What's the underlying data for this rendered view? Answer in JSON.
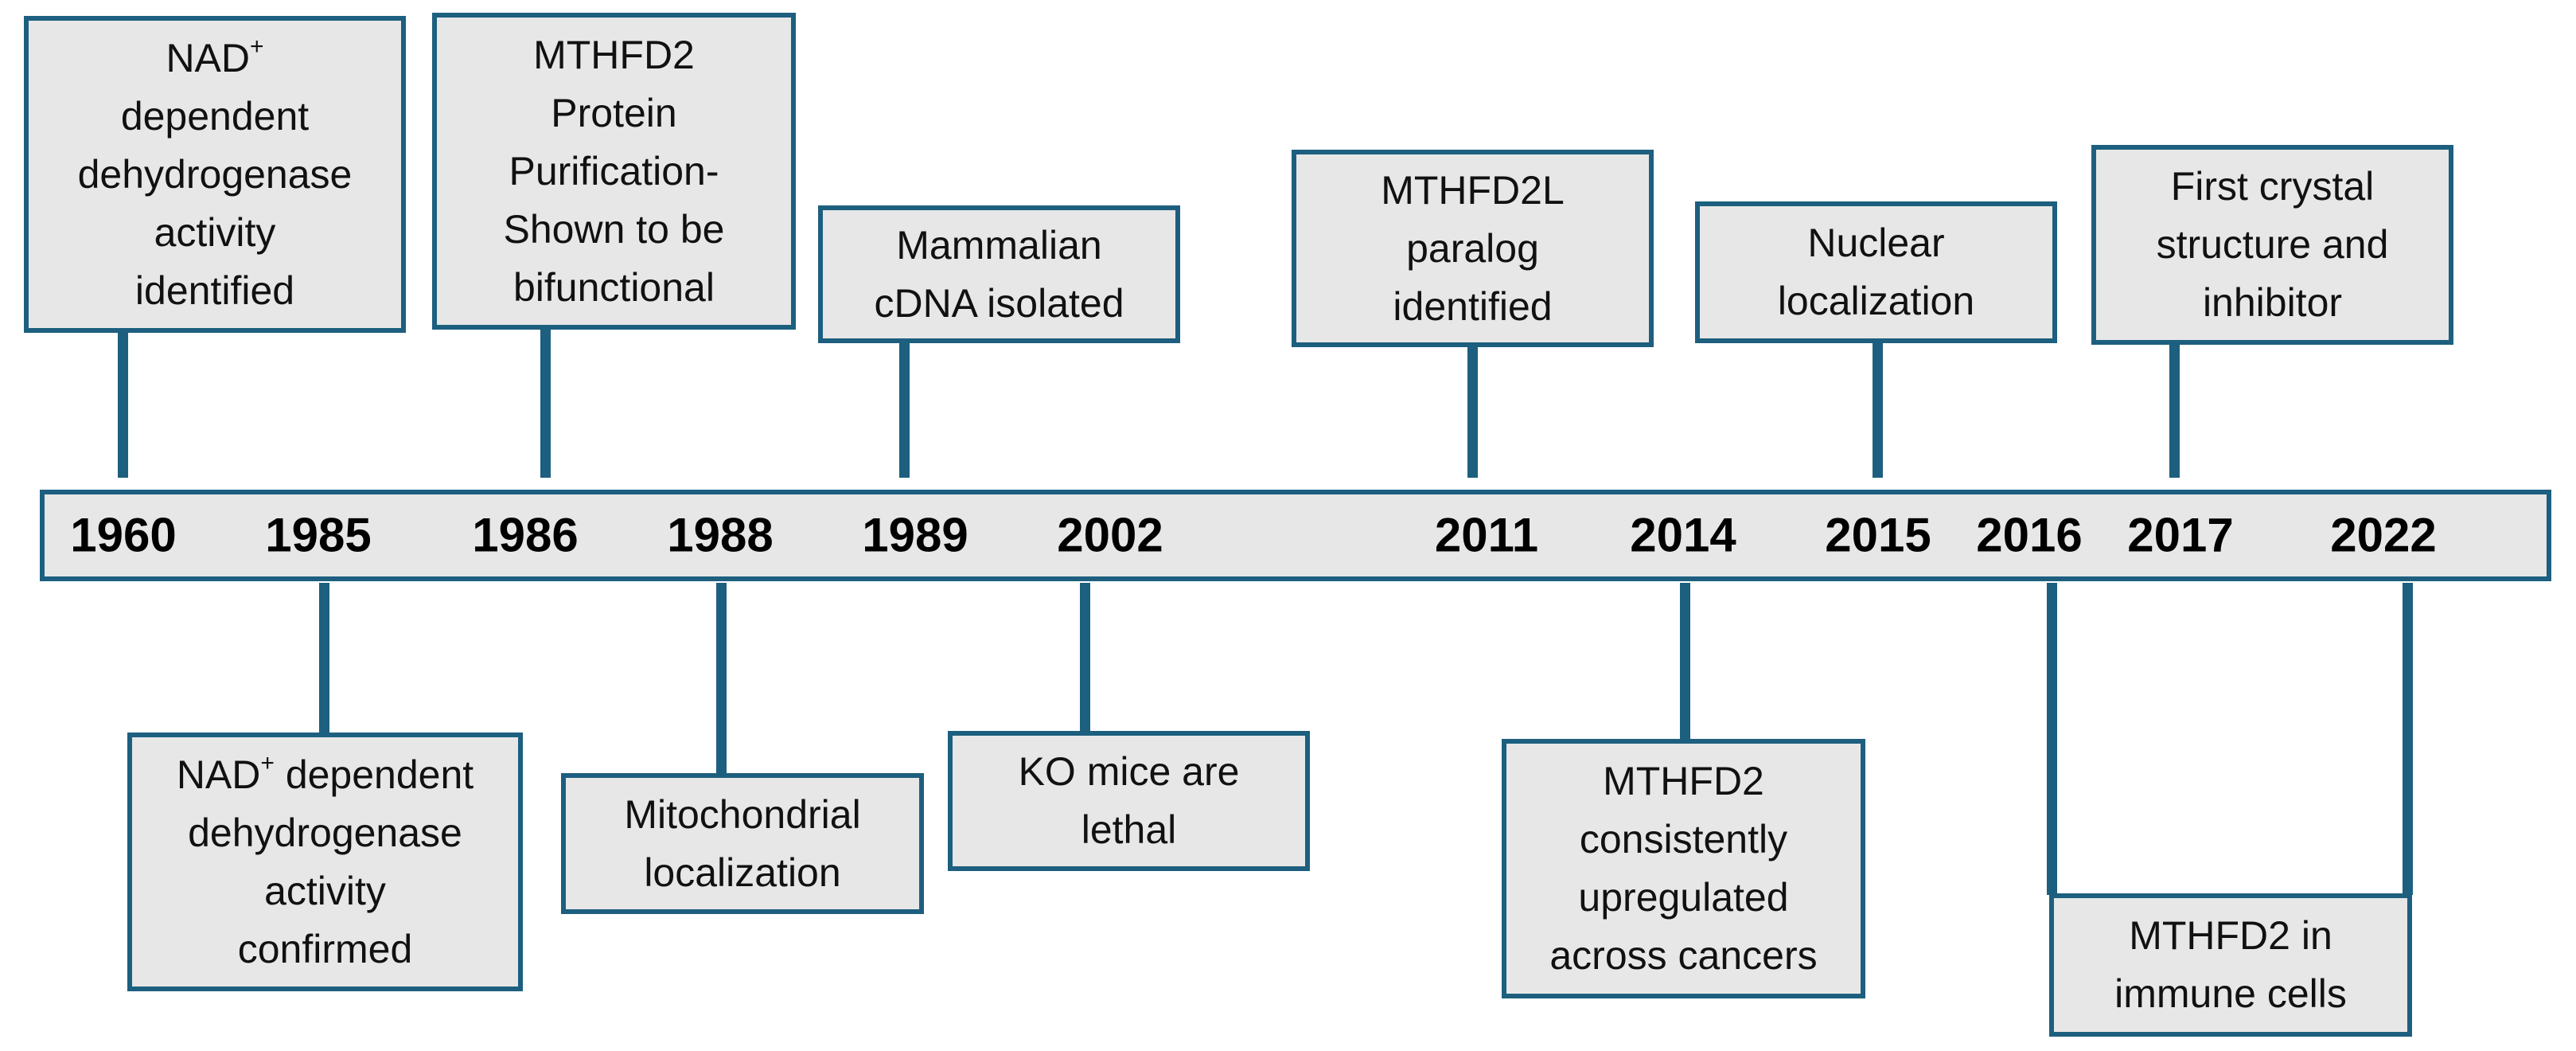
{
  "colors": {
    "accent": "#1d5f7f",
    "box_fill": "#e7e7e7",
    "text": "#111111"
  },
  "timeline": {
    "years": [
      "1960",
      "1985",
      "1986",
      "1988",
      "1989",
      "2002",
      "2011",
      "2014",
      "2015",
      "2016",
      "2017",
      "2022"
    ],
    "above": [
      {
        "year": "1960",
        "lines": [
          "NAD⁺",
          "dependent",
          "dehydrogenase",
          "activity",
          "identified"
        ]
      },
      {
        "year": "1986",
        "lines": [
          "MTHFD2",
          "Protein",
          "Purification-",
          "Shown to be",
          "bifunctional"
        ]
      },
      {
        "year": "1989",
        "lines": [
          "Mammalian",
          "cDNA isolated"
        ]
      },
      {
        "year": "2011",
        "lines": [
          "MTHFD2L",
          "paralog",
          "identified"
        ]
      },
      {
        "year": "2015",
        "lines": [
          "Nuclear",
          "localization"
        ]
      },
      {
        "year": "2017",
        "lines": [
          "First crystal",
          "structure and",
          "inhibitor"
        ]
      }
    ],
    "below": [
      {
        "year": "1985",
        "lines": [
          "NAD⁺ dependent",
          "dehydrogenase",
          "activity",
          "confirmed"
        ]
      },
      {
        "year": "1988",
        "lines": [
          "Mitochondrial",
          "localization"
        ]
      },
      {
        "year": "2002",
        "lines": [
          "KO mice are",
          "lethal"
        ]
      },
      {
        "year": "2014",
        "lines": [
          "MTHFD2",
          "consistently",
          "upregulated",
          "across cancers"
        ]
      },
      {
        "year": "2022",
        "lines": [
          "MTHFD2 in",
          "immune cells"
        ]
      }
    ]
  }
}
